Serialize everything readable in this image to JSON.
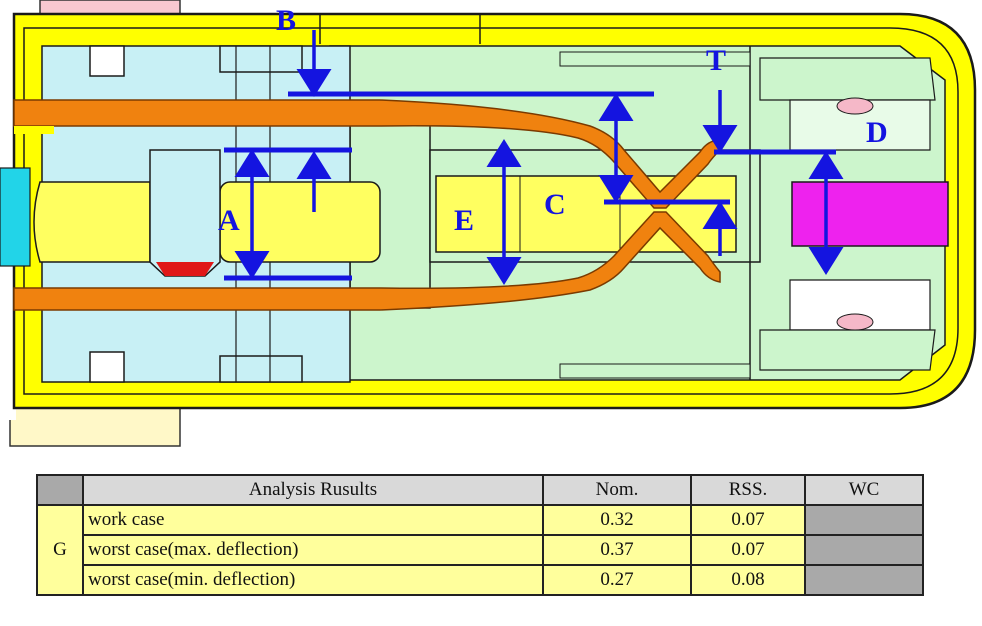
{
  "diagram": {
    "labels": {
      "A": "A",
      "B": "B",
      "C": "C",
      "D": "D",
      "E": "E",
      "T": "T"
    },
    "colors": {
      "housing": "#ffff00",
      "housing_outline": "#1a1a1a",
      "insulator": "#ccf5cc",
      "block": "#c8f0f5",
      "terminal": "#f0820f",
      "pin": "#ffff60",
      "magenta": "#ee22ee",
      "cyan": "#22d4e8",
      "pink": "#f5b8c8",
      "dimension": "#1414e0"
    }
  },
  "table": {
    "headers": [
      "Analysis Rusults",
      "Nom.",
      "RSS.",
      "WC"
    ],
    "group_label": "G",
    "rows": [
      {
        "case": "work case",
        "nom": "0.32",
        "rss": "0.07",
        "wc": ""
      },
      {
        "case": "worst case(max. deflection)",
        "nom": "0.37",
        "rss": "0.07",
        "wc": ""
      },
      {
        "case": "worst case(min. deflection)",
        "nom": "0.27",
        "rss": "0.08",
        "wc": ""
      }
    ]
  }
}
